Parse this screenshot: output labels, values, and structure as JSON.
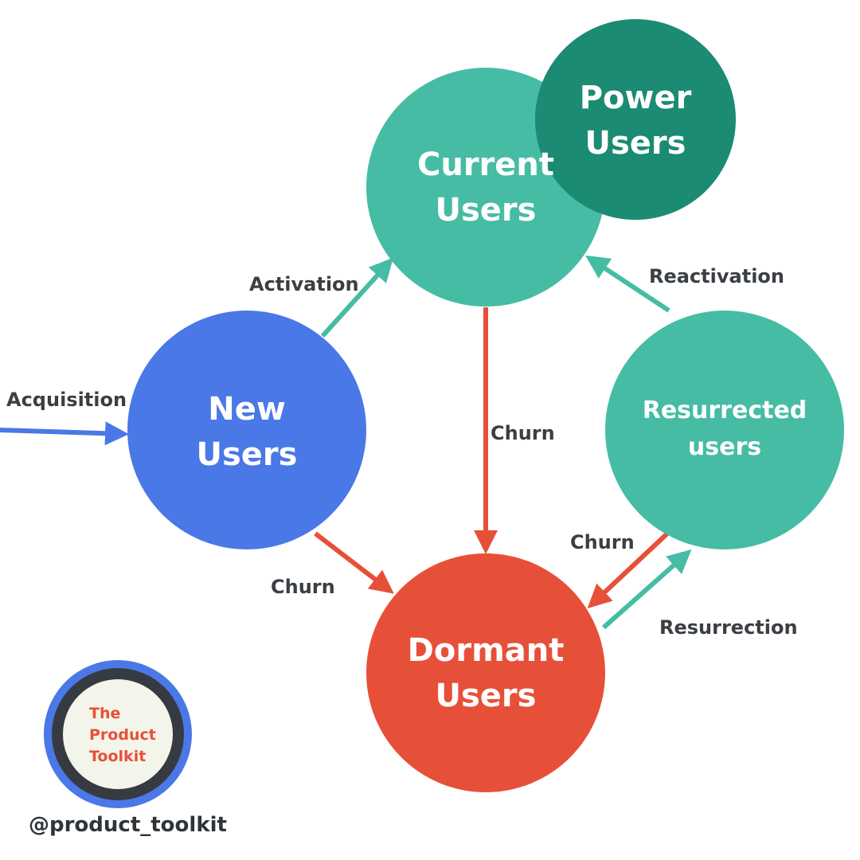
{
  "colors": {
    "teal": "#46bca5",
    "dark_teal": "#1b8b73",
    "blue": "#4a78e6",
    "red": "#e75038",
    "label": "#3a3f44",
    "logo_ring_outer": "#4a78e6",
    "logo_ring_inner": "#353b40",
    "logo_fill": "#f4f5ea"
  },
  "nodes": {
    "current": {
      "line1": "Current",
      "line2": "Users"
    },
    "power": {
      "line1": "Power",
      "line2": "Users"
    },
    "new": {
      "line1": "New",
      "line2": "Users"
    },
    "resurrected": {
      "line1": "Resurrected",
      "line2": "users"
    },
    "dormant": {
      "line1": "Dormant",
      "line2": "Users"
    }
  },
  "edges": {
    "acquisition": "Acquisition",
    "activation": "Activation",
    "reactivation": "Reactivation",
    "churn_current": "Churn",
    "churn_new": "Churn",
    "churn_resurrected": "Churn",
    "resurrection": "Resurrection"
  },
  "logo": {
    "line1": "The",
    "line2": "Product",
    "line3": "Toolkit"
  },
  "handle": "@product_toolkit"
}
